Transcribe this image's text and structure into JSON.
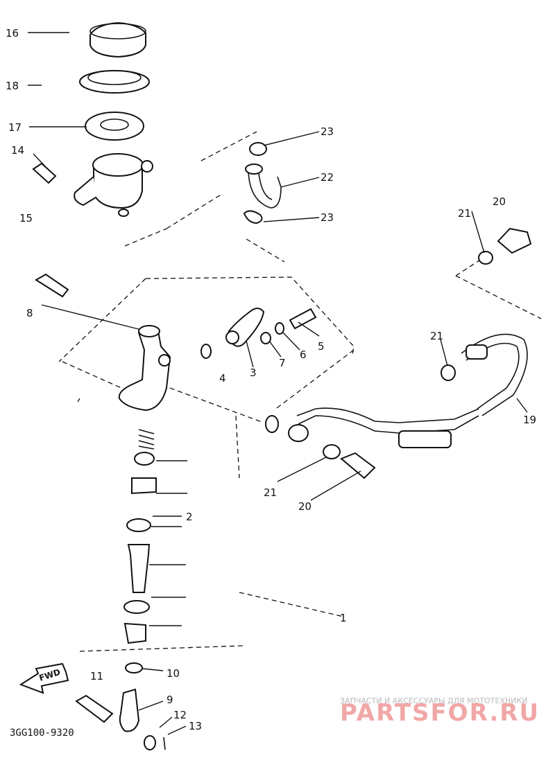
{
  "callouts": [
    "16",
    "18",
    "17",
    "14",
    "15",
    "23",
    "22",
    "23",
    "8",
    "3",
    "4",
    "5",
    "6",
    "7",
    "20",
    "21",
    "21",
    "19",
    "21",
    "20",
    "2",
    "1",
    "10",
    "11",
    "9",
    "12",
    "13"
  ],
  "fwd_label": "FWD",
  "diagram_code": "3GG100-9320",
  "watermark": {
    "tagline": "ЗАПЧАСТИ И АКСЕССУАРЫ ДЛЯ МОТОТЕХНИКИ",
    "brand": "PARTSFOR.RU"
  }
}
